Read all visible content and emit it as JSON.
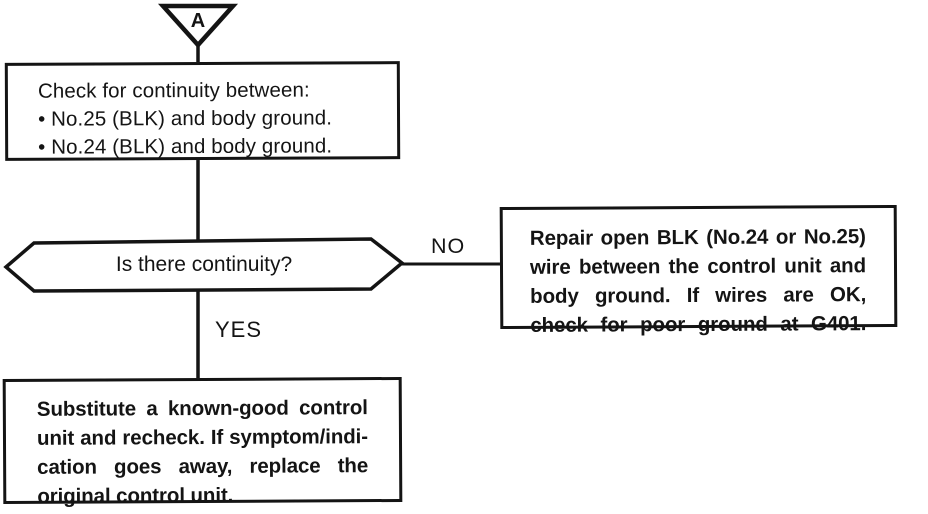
{
  "palette": {
    "ink": "#141414",
    "paper": "#ffffff"
  },
  "connector_a": {
    "label": "A"
  },
  "check_box": {
    "lines": [
      "Check for continuity between:",
      "• No.25 (BLK) and body ground.",
      "• No.24 (BLK) and body ground."
    ]
  },
  "decision": {
    "question": "Is there continuity?"
  },
  "branches": {
    "no": "NO",
    "yes": "YES"
  },
  "repair_box": {
    "lines": [
      "Repair open BLK (No.24 or No.25)",
      "wire between the control unit and",
      "body ground. If wires are OK,",
      "check for poor ground at G401."
    ]
  },
  "substitute_box": {
    "lines": [
      "Substitute a known-good control",
      "unit and recheck. If symptom/indi-",
      "cation goes away, replace the",
      "original control unit."
    ]
  }
}
